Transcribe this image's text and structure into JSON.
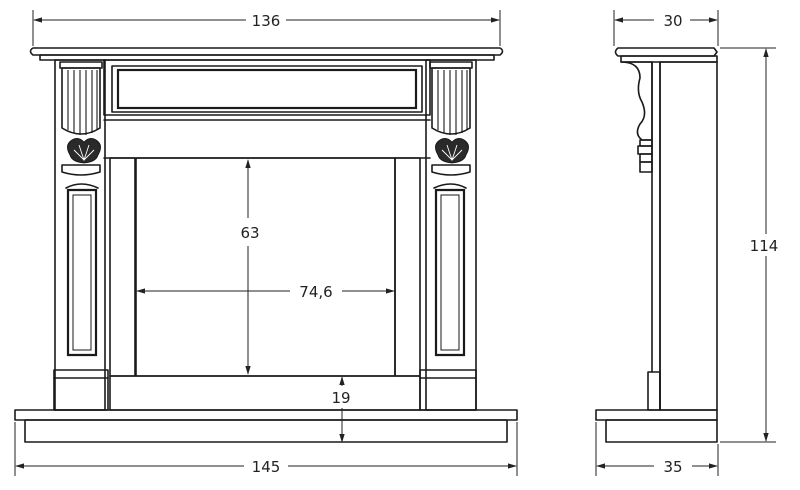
{
  "dimensions": {
    "overall_top_width": "136",
    "overall_bottom_width": "145",
    "opening_height": "63",
    "opening_width": "74,6",
    "hearth_height": "19",
    "side_depth_top": "30",
    "side_depth_bottom": "35",
    "total_height": "114"
  }
}
